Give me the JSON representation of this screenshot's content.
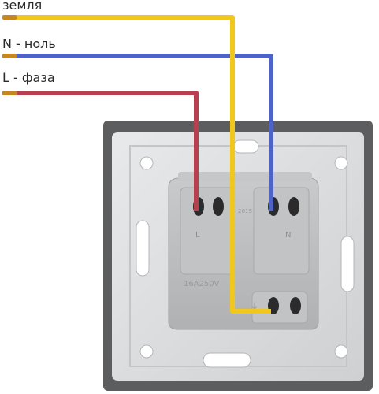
{
  "labels": {
    "earth": "земля",
    "neutral": "N - ноль",
    "line": "L - фаза"
  },
  "socket": {
    "terminal_left": "L",
    "terminal_right": "N",
    "rating": "16A250V",
    "model_code": "201S",
    "earth_mark": "⏚"
  },
  "colors": {
    "earth_wire": "#f2c71b",
    "neutral_wire": "#4e63c5",
    "line_wire": "#b7404f",
    "copper": "#c7861f",
    "frame": "#5c5d5f",
    "plate": "#d9dadc",
    "module": "#b8b9bb"
  }
}
